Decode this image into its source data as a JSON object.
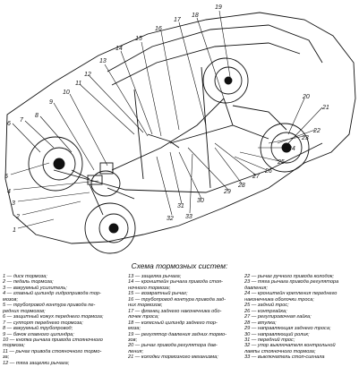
{
  "title": "Схема тормозных систем:",
  "callouts": [
    "1",
    "2",
    "3",
    "4",
    "5",
    "6",
    "7",
    "8",
    "9",
    "10",
    "11",
    "12",
    "13",
    "14",
    "15",
    "16",
    "17",
    "18",
    "19",
    "20",
    "21",
    "22",
    "23",
    "24",
    "25",
    "26",
    "27",
    "28",
    "29",
    "30",
    "31",
    "32",
    "33"
  ],
  "legend": {
    "col1": [
      "1 — диск тормоза;",
      "2 — педаль тормоза;",
      "3 — вакуумный усилитель;",
      "4 — главный цилиндр гидропривода тор-",
      "мозов;",
      "5 — трубопровод контура привода пе-",
      "редних тормозов;",
      "6 — защитный кожух переднего тормоза;",
      "7 — суппорт переднего тормоза;",
      "8 — вакуумный трубопровод;",
      "9 — бачок главного цилиндра;",
      "10 — кнопка рычага привода стояночного",
      "тормоза;",
      "11 — рычаг привода стояночного тормо-",
      "за;",
      "12 — тяга защелки рычага;"
    ],
    "col2": [
      "13 — защелка рычага;",
      "14 — кронштейн рычага привода стоя-",
      "ночного тормоза;",
      "15 — возвратный рычаг;",
      "16 — трубопровод контура привода зад-",
      "них тормозов;",
      "17 — фланец заднего наконечника обо-",
      "лочек троса;",
      "18 — колесный цилиндр заднего тор-",
      "моза;",
      "19 — регулятор давления задних тормо-",
      "зов;",
      "20 — рычаг привода регулятора дав-",
      "ления;",
      "21 — колодки тормозного механизма;"
    ],
    "col3": [
      "22 — рычаг ручного привода колодок;",
      "23 — тяга рычага привода регулятора",
      "давления;",
      "24 — кронштейн крепления переднего",
      "наконечника оболочки троса;",
      "25 — задний трос;",
      "26 — контргайка;",
      "27 — регулировочная гайка;",
      "28 — втулка;",
      "29 — направляющая заднего троса;",
      "30 — направляющий ролик;",
      "31 — передний трос;",
      "32 — упор выключателя контрольной",
      "лампы стояночного тормоза;",
      "33 — выключатель стоп-сигнала"
    ]
  }
}
